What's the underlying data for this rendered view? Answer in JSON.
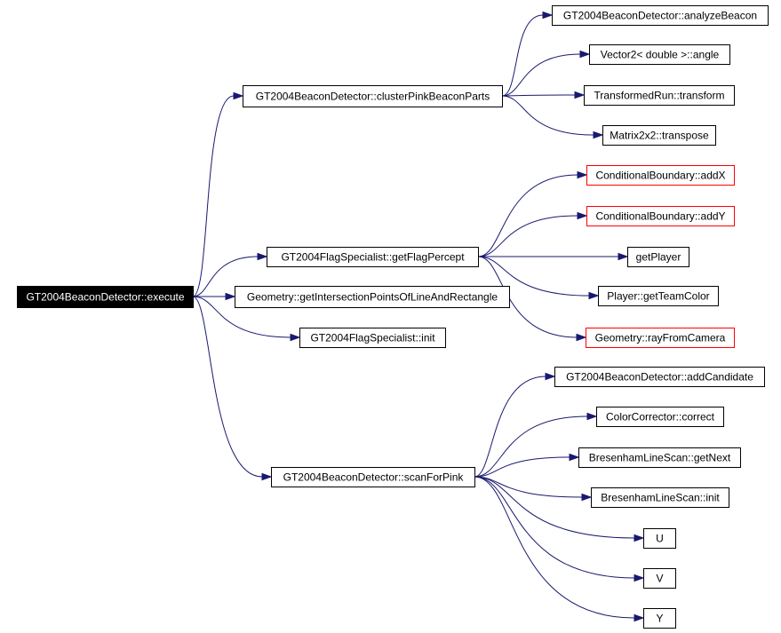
{
  "nodes": [
    {
      "id": "execute",
      "label": "GT2004BeaconDetector::execute",
      "style": "root"
    },
    {
      "id": "cluster",
      "label": "GT2004BeaconDetector::clusterPinkBeaconParts",
      "style": "normal"
    },
    {
      "id": "getFlagPercept",
      "label": "GT2004FlagSpecialist::getFlagPercept",
      "style": "normal"
    },
    {
      "id": "getIntersection",
      "label": "Geometry::getIntersectionPointsOfLineAndRectangle",
      "style": "normal"
    },
    {
      "id": "flagInit",
      "label": "GT2004FlagSpecialist::init",
      "style": "normal"
    },
    {
      "id": "scanForPink",
      "label": "GT2004BeaconDetector::scanForPink",
      "style": "normal"
    },
    {
      "id": "analyzeBeacon",
      "label": "GT2004BeaconDetector::analyzeBeacon",
      "style": "normal"
    },
    {
      "id": "angle",
      "label": "Vector2< double >::angle",
      "style": "normal"
    },
    {
      "id": "transform",
      "label": "TransformedRun::transform",
      "style": "normal"
    },
    {
      "id": "transpose",
      "label": "Matrix2x2::transpose",
      "style": "normal"
    },
    {
      "id": "addX",
      "label": "ConditionalBoundary::addX",
      "style": "red"
    },
    {
      "id": "addY",
      "label": "ConditionalBoundary::addY",
      "style": "red"
    },
    {
      "id": "getPlayer",
      "label": "getPlayer",
      "style": "normal"
    },
    {
      "id": "getTeamColor",
      "label": "Player::getTeamColor",
      "style": "normal"
    },
    {
      "id": "rayFromCamera",
      "label": "Geometry::rayFromCamera",
      "style": "red"
    },
    {
      "id": "addCandidate",
      "label": "GT2004BeaconDetector::addCandidate",
      "style": "normal"
    },
    {
      "id": "correct",
      "label": "ColorCorrector::correct",
      "style": "normal"
    },
    {
      "id": "getNext",
      "label": "BresenhamLineScan::getNext",
      "style": "normal"
    },
    {
      "id": "bresInit",
      "label": "BresenhamLineScan::init",
      "style": "normal"
    },
    {
      "id": "U",
      "label": "U",
      "style": "normal"
    },
    {
      "id": "V",
      "label": "V",
      "style": "normal"
    },
    {
      "id": "Y",
      "label": "Y",
      "style": "normal"
    }
  ],
  "edges": [
    {
      "from": "execute",
      "to": "cluster"
    },
    {
      "from": "execute",
      "to": "getFlagPercept"
    },
    {
      "from": "execute",
      "to": "getIntersection"
    },
    {
      "from": "execute",
      "to": "flagInit"
    },
    {
      "from": "execute",
      "to": "scanForPink"
    },
    {
      "from": "cluster",
      "to": "analyzeBeacon"
    },
    {
      "from": "cluster",
      "to": "angle"
    },
    {
      "from": "cluster",
      "to": "transform"
    },
    {
      "from": "cluster",
      "to": "transpose"
    },
    {
      "from": "getFlagPercept",
      "to": "addX"
    },
    {
      "from": "getFlagPercept",
      "to": "addY"
    },
    {
      "from": "getFlagPercept",
      "to": "getPlayer"
    },
    {
      "from": "getFlagPercept",
      "to": "getTeamColor"
    },
    {
      "from": "getFlagPercept",
      "to": "rayFromCamera"
    },
    {
      "from": "scanForPink",
      "to": "addCandidate"
    },
    {
      "from": "scanForPink",
      "to": "correct"
    },
    {
      "from": "scanForPink",
      "to": "getNext"
    },
    {
      "from": "scanForPink",
      "to": "bresInit"
    },
    {
      "from": "scanForPink",
      "to": "U"
    },
    {
      "from": "scanForPink",
      "to": "V"
    },
    {
      "from": "scanForPink",
      "to": "Y"
    }
  ],
  "colors": {
    "edge": "#191970",
    "node_border": "#000000",
    "node_border_undocumented": "#ff0000",
    "root_fill": "#000000",
    "root_text": "#ffffff"
  }
}
